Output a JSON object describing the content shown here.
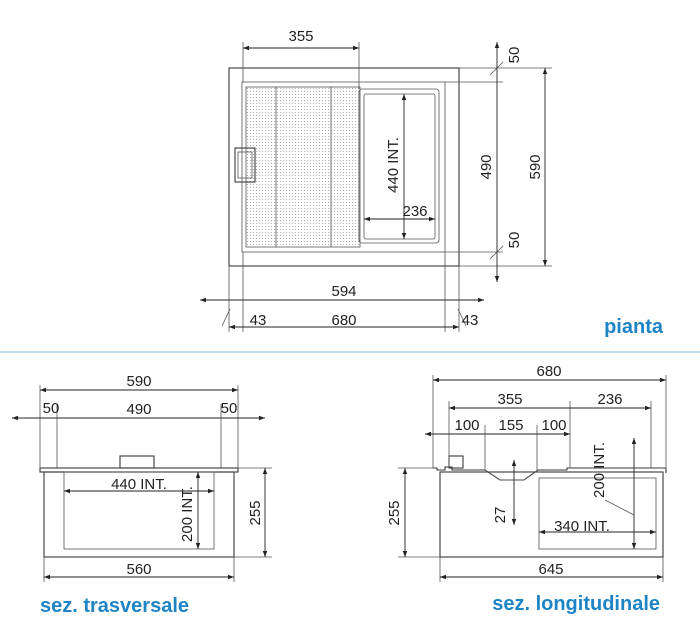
{
  "captions": {
    "plan": "pianta",
    "cross": "sez. trasversale",
    "longitudinal": "sez. longitudinale"
  },
  "colors": {
    "accent": "#1d84c6",
    "divider": "#7bb8e0",
    "line": "#3a3a3a"
  },
  "plan": {
    "dim_top": "355",
    "dim_right_top": "50",
    "dim_right_mid": "490",
    "dim_right_bottom": "50",
    "dim_right_total": "590",
    "dim_int_height": "440 INT.",
    "dim_int_width": "236",
    "dim_bottom_inner": "594",
    "dim_bottom_total": "680",
    "dim_left_offset": "43",
    "dim_right_offset": "43"
  },
  "cross": {
    "dim_total": "590",
    "dim_left": "50",
    "dim_mid": "490",
    "dim_right": "50",
    "dim_int_width": "440 INT.",
    "dim_int_height": "200 INT.",
    "dim_height": "255",
    "dim_bottom": "560"
  },
  "longitudinal": {
    "dim_total": "680",
    "dim_355": "355",
    "dim_236": "236",
    "dim_100a": "100",
    "dim_155": "155",
    "dim_100b": "100",
    "dim_int_height": "200 INT.",
    "dim_depth": "27",
    "dim_int_width": "340 INT.",
    "dim_height": "255",
    "dim_bottom": "645"
  }
}
